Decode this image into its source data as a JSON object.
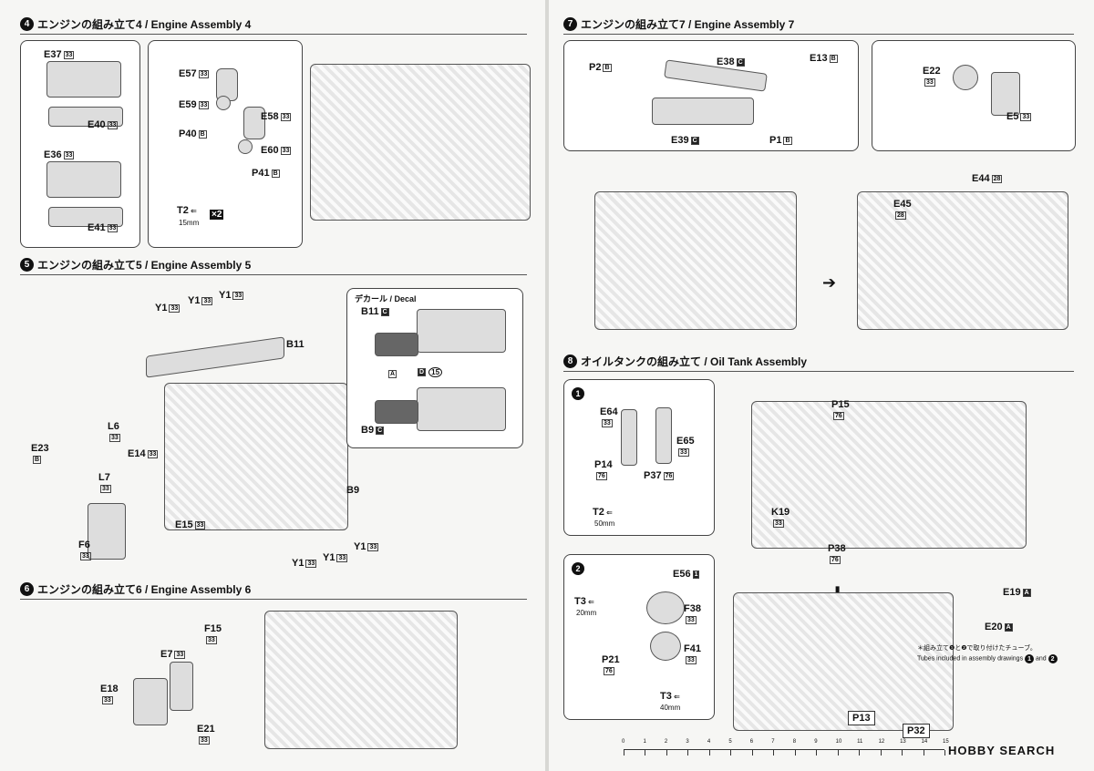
{
  "step4": {
    "num": "4",
    "title": "エンジンの組み立て4 / Engine Assembly 4",
    "parts": {
      "e37": "E37",
      "e40": "E40",
      "e36": "E36",
      "e41": "E41",
      "e57": "E57",
      "e59": "E59",
      "e58": "E58",
      "e60": "E60",
      "p40": "P40",
      "p41": "P41",
      "t2": "T2",
      "t2_len": "15mm",
      "t2_qty": "×2"
    }
  },
  "step5": {
    "num": "5",
    "title": "エンジンの組み立て5 / Engine Assembly 5",
    "decal_title": "デカール / Decal",
    "parts": {
      "y1a": "Y1",
      "y1b": "Y1",
      "y1c": "Y1",
      "b11": "B11",
      "l6": "L6",
      "e23": "E23",
      "e14": "E14",
      "l7": "L7",
      "e15": "E15",
      "b9": "B9",
      "f6": "F6",
      "y1d": "Y1",
      "y1e": "Y1",
      "y1f": "Y1",
      "decal_b11": "B11",
      "decal_b9": "B9",
      "decal_15": "15"
    }
  },
  "step6": {
    "num": "6",
    "title": "エンジンの組み立て6 / Engine Assembly 6",
    "parts": {
      "f15": "F15",
      "e7": "E7",
      "e18": "E18",
      "e21": "E21"
    }
  },
  "step7": {
    "num": "7",
    "title": "エンジンの組み立て7 / Engine Assembly 7",
    "parts": {
      "p2": "P2",
      "e38": "E38",
      "e13": "E13",
      "e39": "E39",
      "p1": "P1",
      "e22": "E22",
      "e5": "E5",
      "e44": "E44",
      "e45": "E45"
    }
  },
  "step8": {
    "num": "8",
    "title": "オイルタンクの組み立て / Oil Tank Assembly",
    "sub1": {
      "num": "1",
      "parts": {
        "e64": "E64",
        "e65": "E65",
        "p14": "P14",
        "p37": "P37",
        "t2": "T2",
        "t2_len": "50mm"
      }
    },
    "sub2": {
      "num": "2",
      "parts": {
        "e56": "E56",
        "t3a": "T3",
        "t3a_len": "20mm",
        "f38": "F38",
        "p21": "P21",
        "f41": "F41",
        "t3b": "T3",
        "t3b_len": "40mm"
      }
    },
    "parts": {
      "p15": "P15",
      "k19": "K19",
      "p38": "P38",
      "e19": "E19",
      "e20": "E20",
      "p13": "P13",
      "p32": "P32"
    },
    "tube_note_jp": "＊組み立て❶と❷で取り付けたチューブ。",
    "tube_note_en": "Tubes included in assembly drawings",
    "tube_note_and": "and"
  },
  "ruler": {
    "ticks": [
      "0",
      "1",
      "2",
      "3",
      "4",
      "5",
      "6",
      "7",
      "8",
      "9",
      "10",
      "11",
      "12",
      "13",
      "14",
      "15"
    ]
  },
  "brand": {
    "text": "HOBBY SEARCH"
  }
}
